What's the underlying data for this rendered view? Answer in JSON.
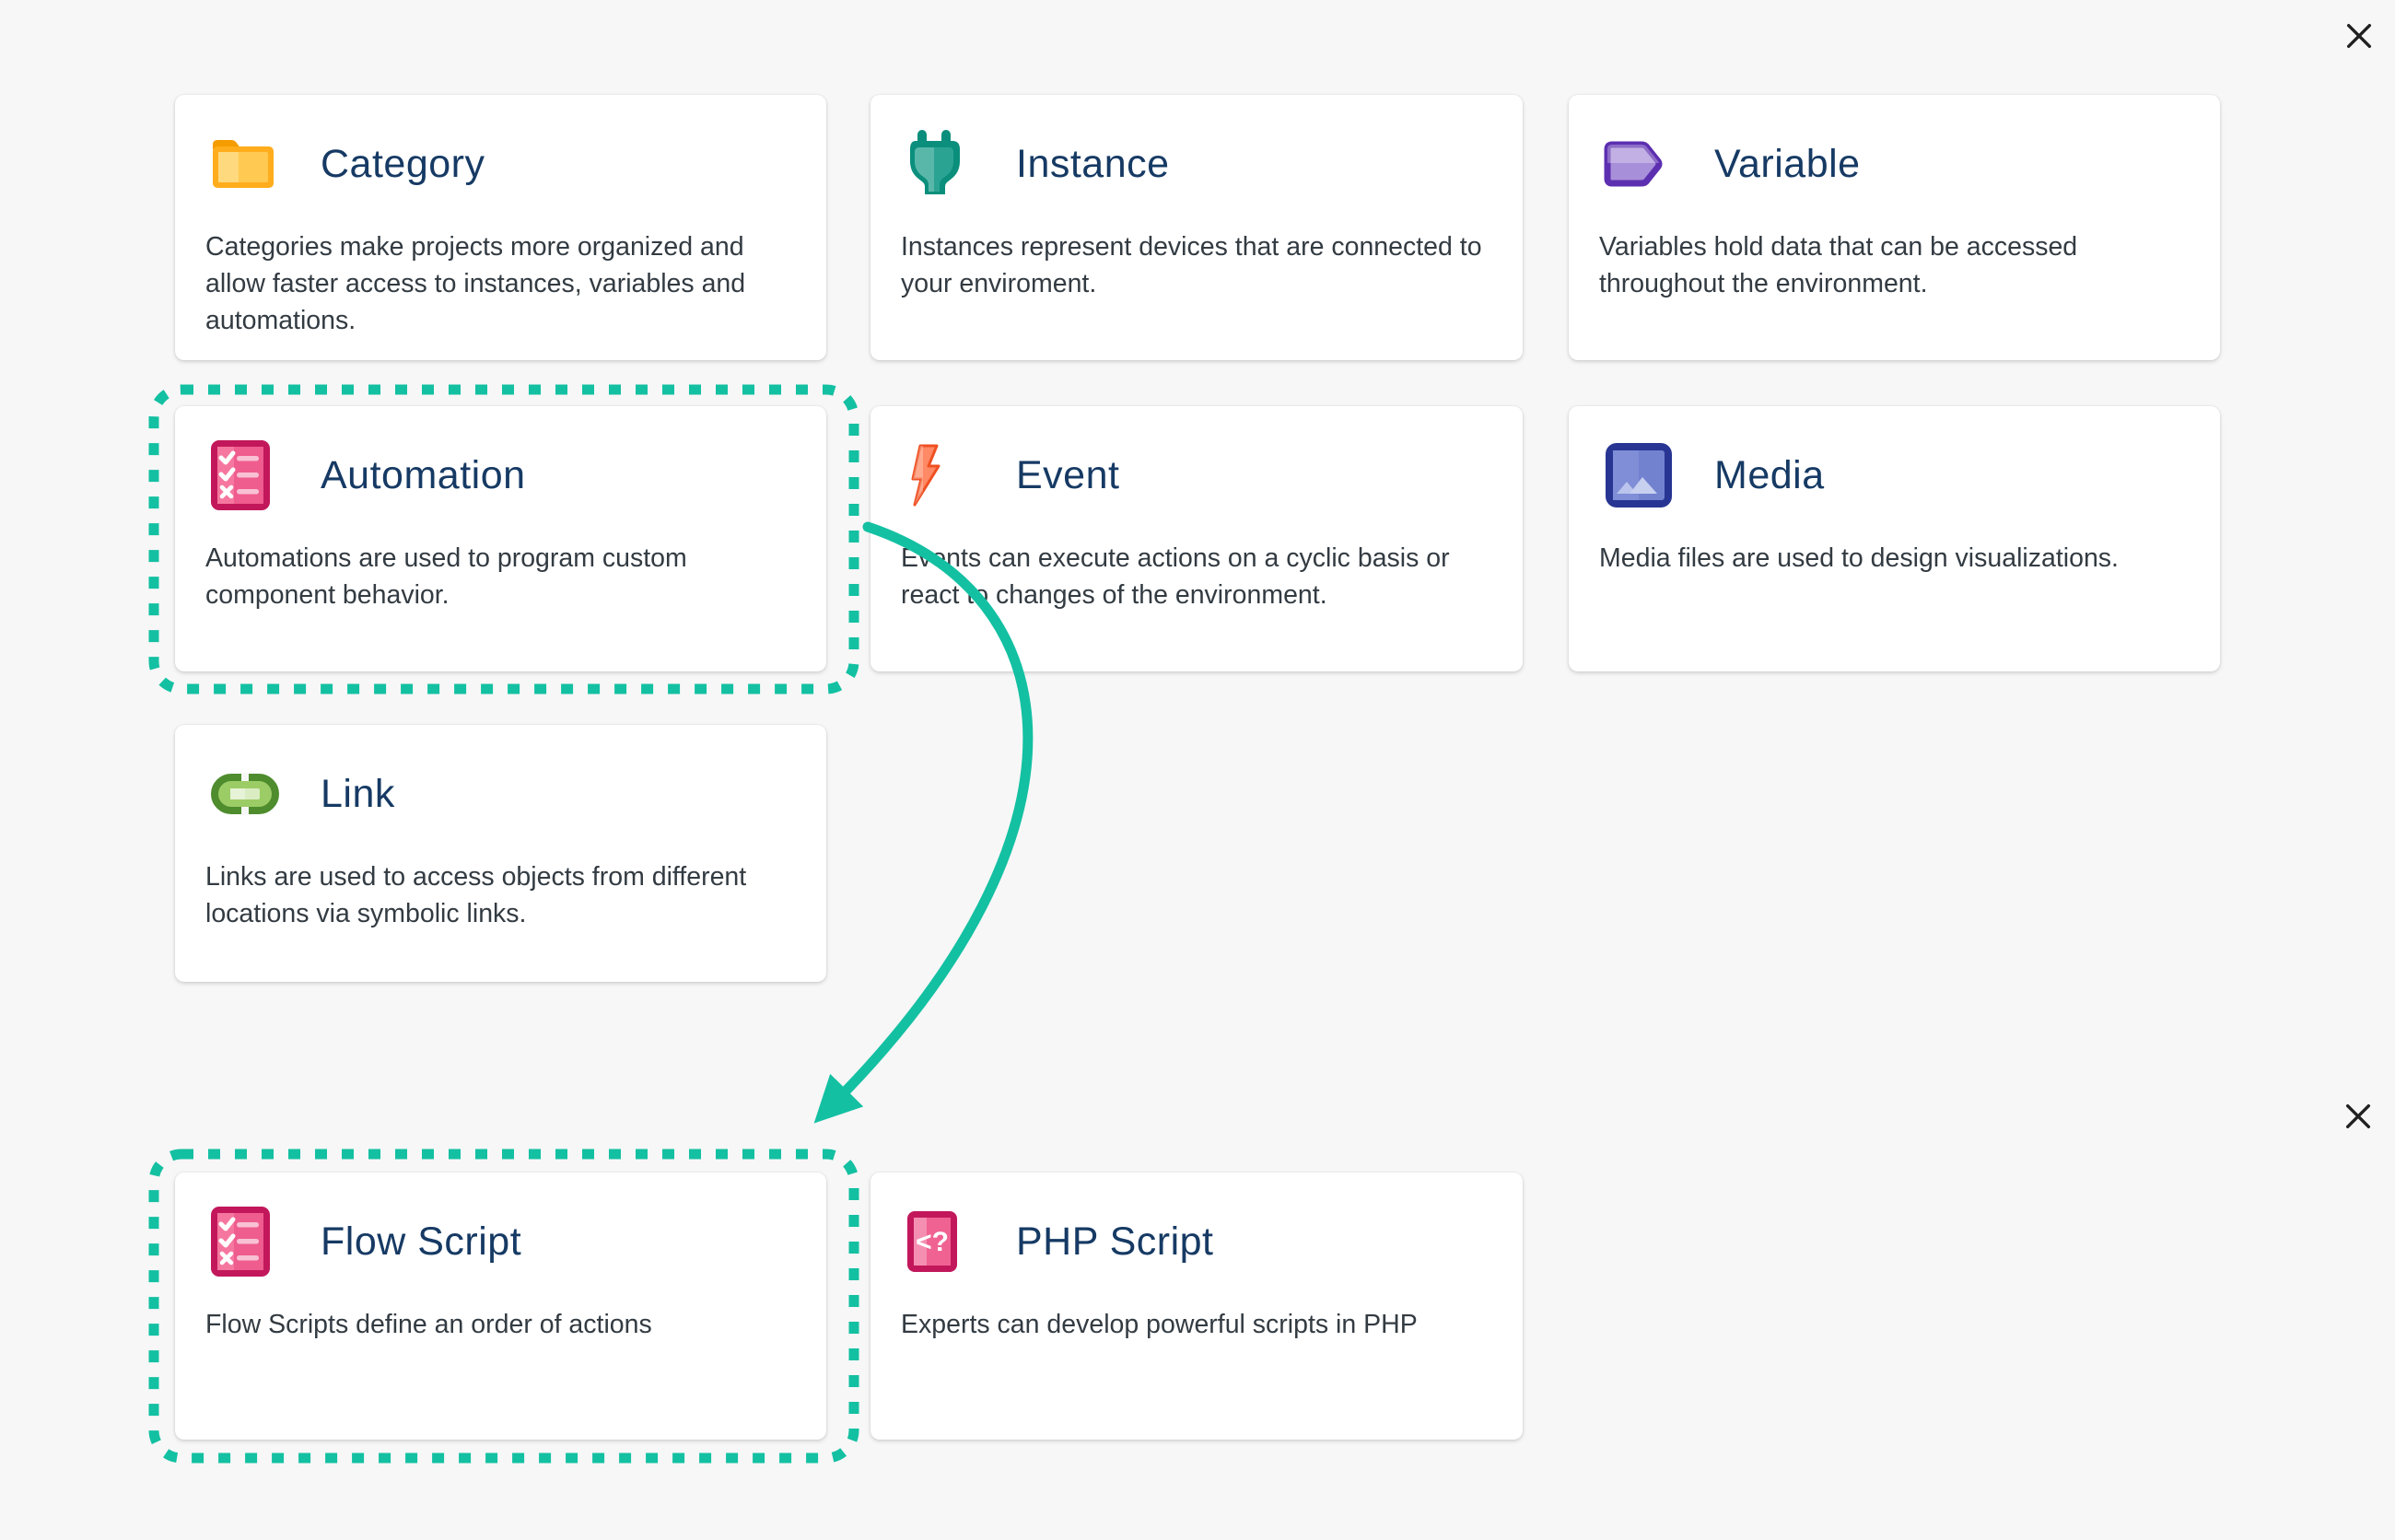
{
  "colors": {
    "accent": "#13c0a2",
    "bg": "#f7f7f7",
    "card_bg": "#ffffff",
    "title_color": "#163a64",
    "text_color": "#333b42",
    "close_color": "#212121"
  },
  "cards": {
    "category": {
      "title": "Category",
      "description": "Categories make projects more organized and allow faster access to instances, variables and automations.",
      "icon": "folder-icon"
    },
    "instance": {
      "title": "Instance",
      "description": "Instances represent devices that are connected to your enviroment.",
      "icon": "plug-icon"
    },
    "variable": {
      "title": "Variable",
      "description": "Variables hold data that can be accessed throughout the environment.",
      "icon": "tag-icon"
    },
    "automation": {
      "title": "Automation",
      "description": "Automations are used to program custom component behavior.",
      "icon": "checklist-icon",
      "highlighted": true
    },
    "event": {
      "title": "Event",
      "description": "Events can execute actions on a cyclic basis or react to changes of the environment.",
      "icon": "lightning-icon"
    },
    "media": {
      "title": "Media",
      "description": "Media files are used to design visualizations.",
      "icon": "image-icon"
    },
    "link": {
      "title": "Link",
      "description": "Links are used to access objects from different locations via symbolic links.",
      "icon": "link-icon"
    },
    "flow_script": {
      "title": "Flow Script",
      "description": "Flow Scripts define an order of actions",
      "icon": "checklist-icon",
      "highlighted": true
    },
    "php_script": {
      "title": "PHP Script",
      "description": "Experts can develop powerful scripts in PHP",
      "icon": "php-icon"
    }
  },
  "icons": {
    "php_glyph": "<?"
  },
  "annotations": {
    "highlighted_cards": [
      "Automation",
      "Flow Script"
    ],
    "arrow_from": "Automation",
    "arrow_to": "Flow Script",
    "close_buttons": 2
  }
}
